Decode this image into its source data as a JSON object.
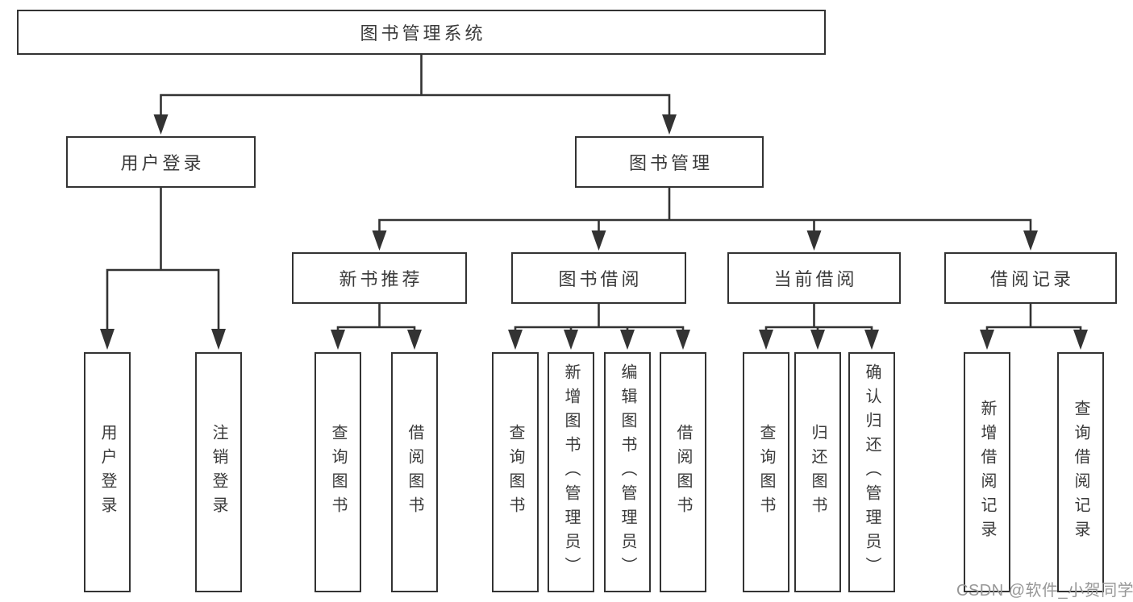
{
  "colors": {
    "line": "#333333",
    "node_border": "#333333",
    "node_fill": "#ffffff",
    "text": "#3a3a3a",
    "watermark": "#979797",
    "background": "#ffffff"
  },
  "nodes": {
    "root": "图书管理系统",
    "level2": [
      {
        "label": "用户登录",
        "children": [
          "用户登录",
          "注销登录"
        ]
      },
      {
        "label": "图书管理",
        "children": [
          {
            "label": "新书推荐",
            "children": [
              "查询图书",
              "借阅图书"
            ]
          },
          {
            "label": "图书借阅",
            "children": [
              "查询图书",
              "新增图书（管理员）",
              "编辑图书（管理员）",
              "借阅图书"
            ]
          },
          {
            "label": "当前借阅",
            "children": [
              "查询图书",
              "归还图书",
              "确认归还（管理员）"
            ]
          },
          {
            "label": "借阅记录",
            "children": [
              "新增借阅记录",
              "查询借阅记录"
            ]
          }
        ]
      }
    ]
  },
  "watermark": "CSDN @软件_小贺同学"
}
